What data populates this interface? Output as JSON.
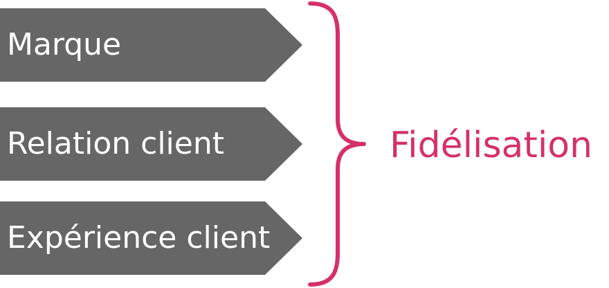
{
  "diagram": {
    "items": [
      {
        "label": "Marque"
      },
      {
        "label": "Relation client"
      },
      {
        "label": "Expérience client"
      }
    ],
    "outcome": "Fidélisation",
    "colors": {
      "chevron_fill": "#666666",
      "chevron_text": "#ffffff",
      "accent": "#d5306b"
    }
  }
}
